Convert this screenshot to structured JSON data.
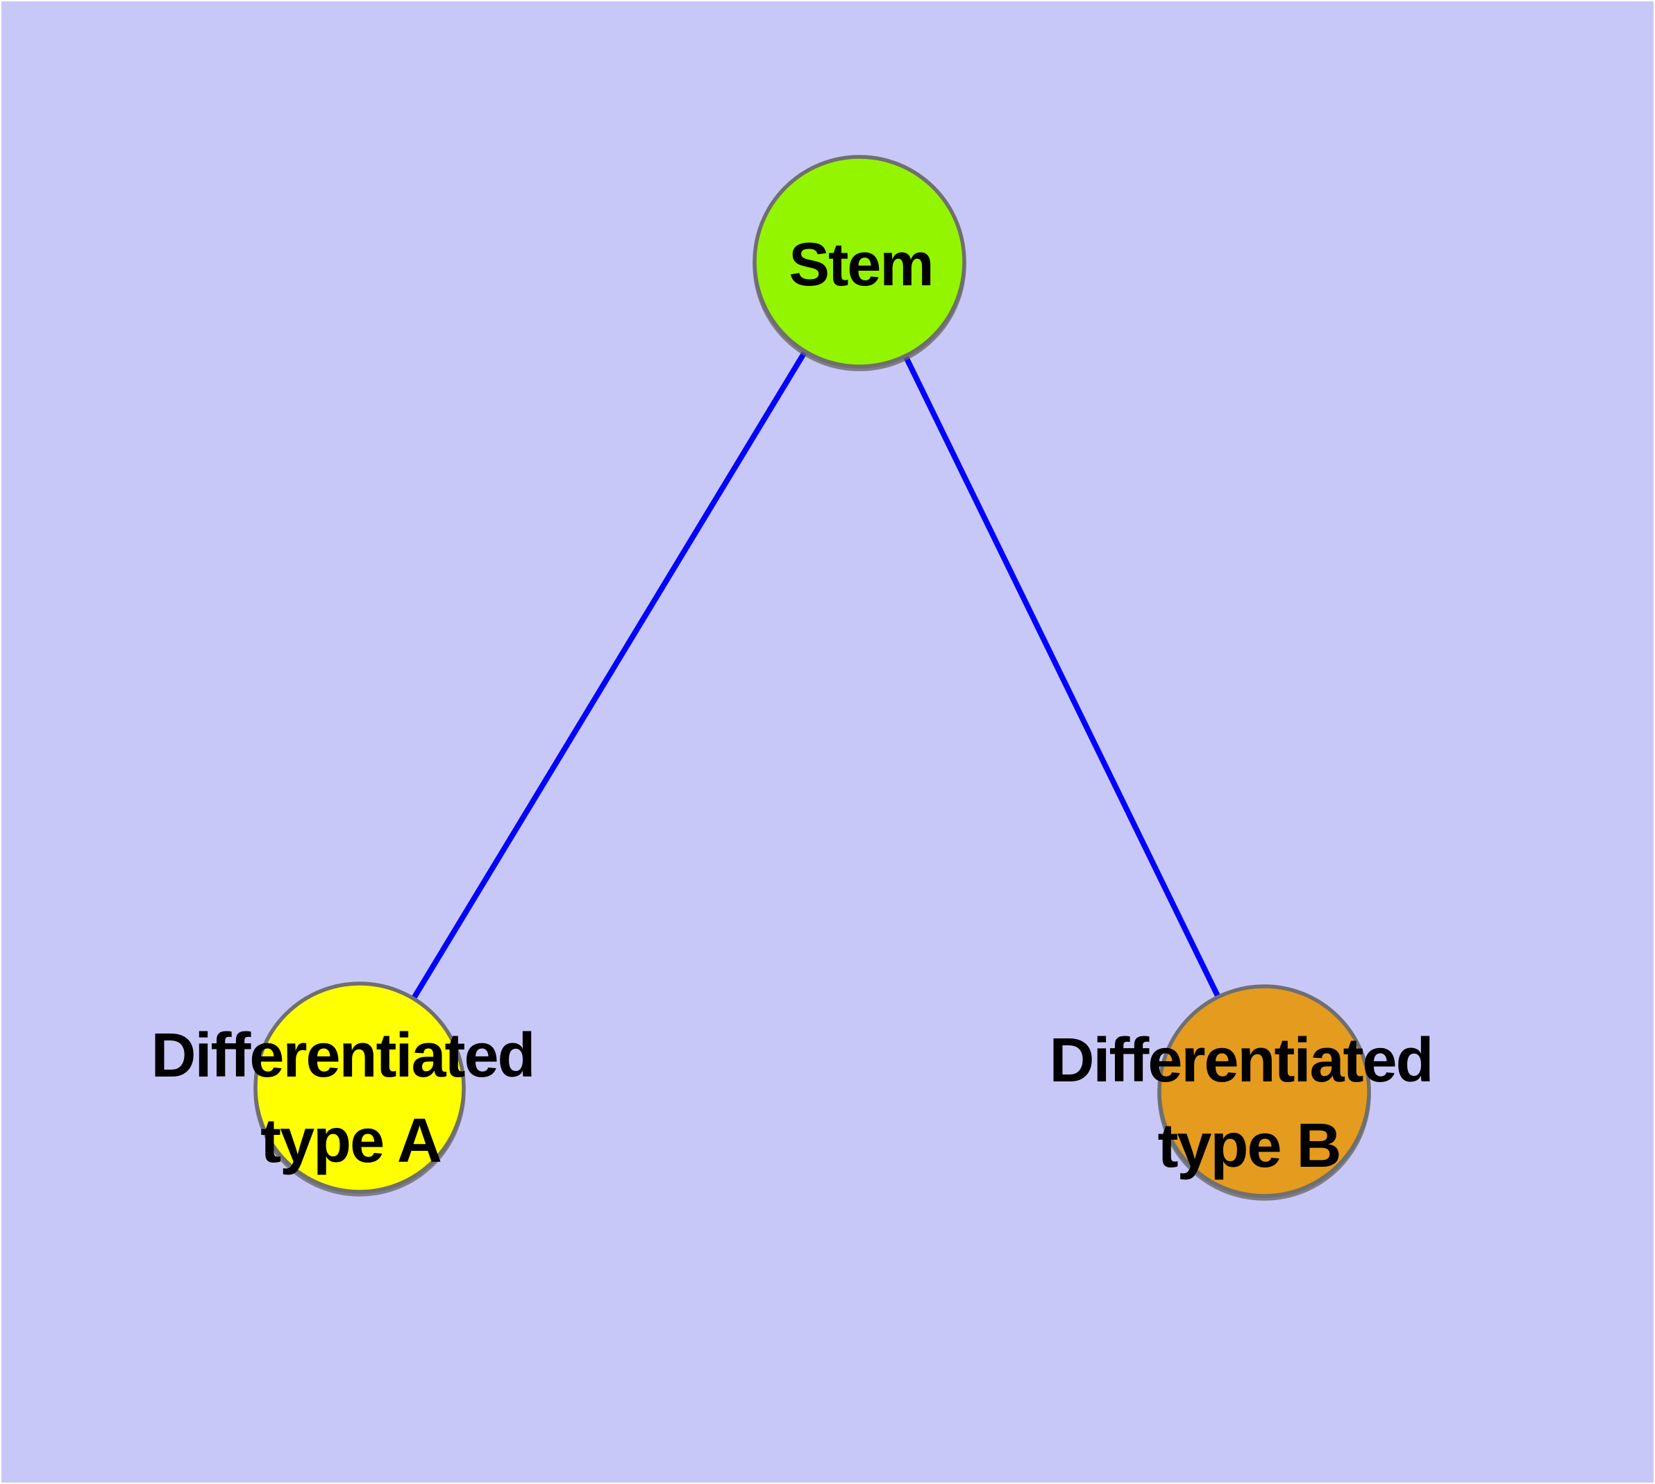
{
  "diagram": {
    "background_color": "#C8C8F8",
    "edge_color": "#0202FE",
    "node_border_color": "#6F6F6F",
    "text_color": "#000000",
    "nodes": [
      {
        "id": "stem",
        "label": "Stem",
        "fill": "#94F500"
      },
      {
        "id": "type_a",
        "label": "Differentiated type A",
        "label_line1": "Differentiated",
        "label_line2": "type A",
        "fill": "#FFFF00"
      },
      {
        "id": "type_b",
        "label": "Differentiated type B",
        "label_line1": "Differentiated",
        "label_line2": "type B",
        "fill": "#E49B1E"
      }
    ],
    "edges": [
      {
        "from": "Stem",
        "to": "Differentiated type A"
      },
      {
        "from": "Stem",
        "to": "Differentiated type B"
      }
    ]
  }
}
